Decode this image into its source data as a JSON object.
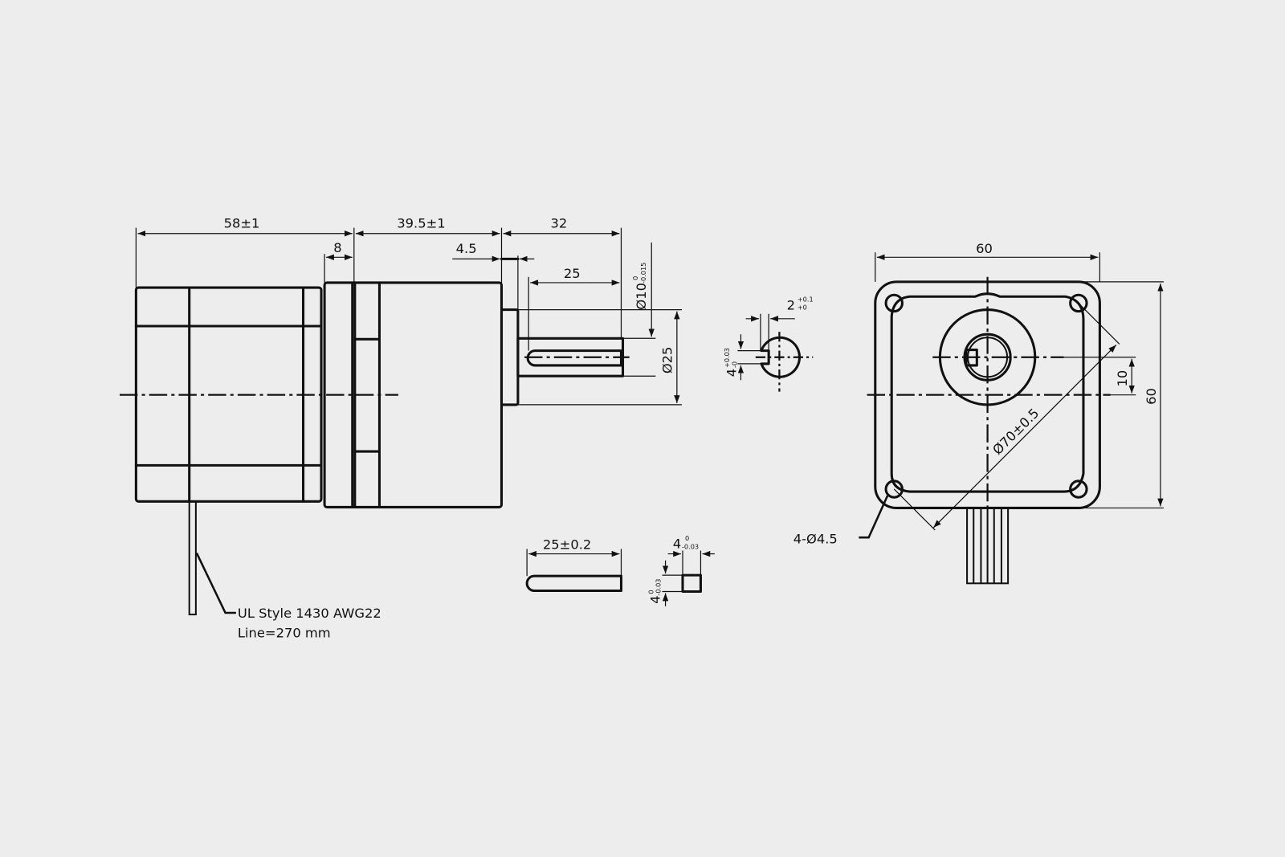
{
  "side_view": {
    "dim_motor_length": "58±1",
    "dim_gearbox_length": "39.5±1",
    "dim_shaft_length": "32",
    "dim_flange": "8",
    "dim_pilot": "4.5",
    "dim_key_length": "25",
    "dim_shaft_dia": "Ø10",
    "dim_shaft_dia_tol_upper": "0",
    "dim_shaft_dia_tol_lower": "-0.015",
    "dim_pilot_dia": "Ø25",
    "wire_label_line1": "UL Style 1430 AWG22",
    "wire_label_line2": "Line=270 mm"
  },
  "shaft_section": {
    "dim_keyway_width": "2",
    "dim_keyway_width_tol_upper": "+0.1",
    "dim_keyway_width_tol_lower": "+0",
    "dim_keyway_depth": "4",
    "dim_keyway_depth_tol_upper": "+0.03",
    "dim_keyway_depth_tol_lower": "-0"
  },
  "key": {
    "dim_length": "25±0.2",
    "dim_width": "4",
    "dim_width_tol_upper": "0",
    "dim_width_tol_lower": "-0.03",
    "dim_height": "4",
    "dim_height_tol_upper": "0",
    "dim_height_tol_lower": "-0.03"
  },
  "front_view": {
    "dim_width": "60",
    "dim_height": "60",
    "dim_offset": "10",
    "dim_bolt_circle": "Ø70±0.5",
    "dim_holes": "4-Ø4.5"
  }
}
